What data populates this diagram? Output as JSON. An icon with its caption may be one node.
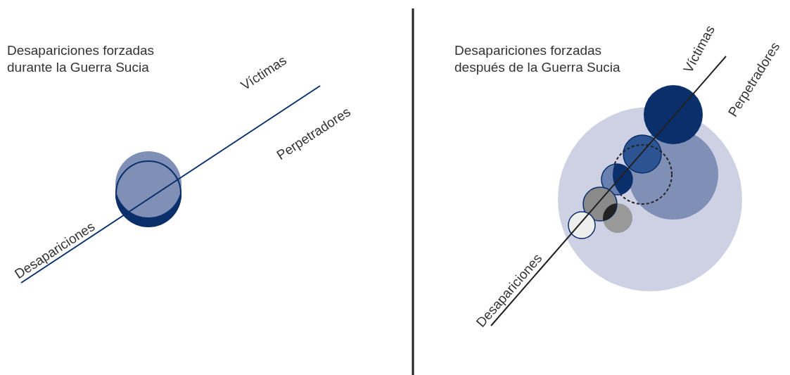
{
  "diagram": {
    "labels": [
      "Desapariciones forzadas durante la Guerra Sucia",
      "Víctimas",
      "Perpetradores",
      "Desapariciones",
      "Desapariciones forzadas después de la Guerra Sucia",
      "Víctimas",
      "Perpetradores",
      "Desapariciones"
    ]
  }
}
